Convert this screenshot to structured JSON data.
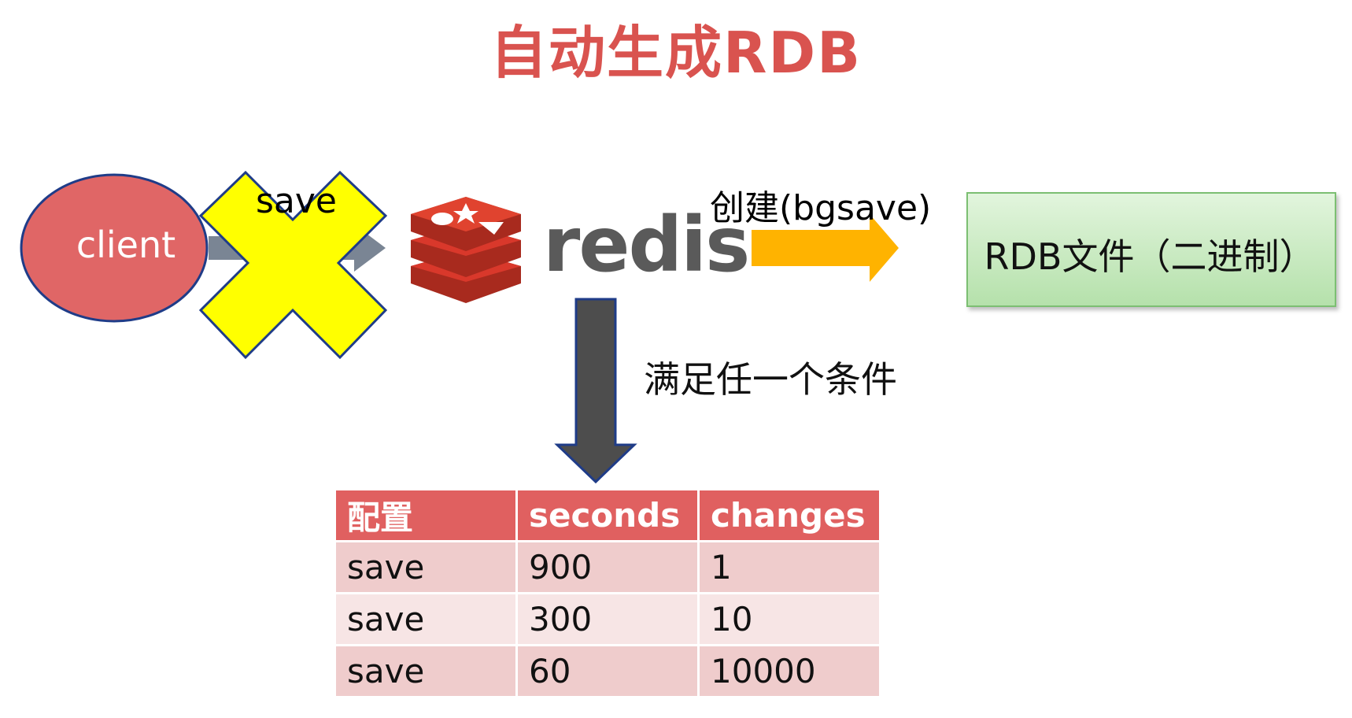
{
  "title": "自动生成RDB",
  "client": {
    "label": "client"
  },
  "save_arrow": {
    "label": "save"
  },
  "redis": {
    "wordmark": "redis"
  },
  "bgsave_arrow": {
    "label": "创建(bgsave)"
  },
  "rdb_file": {
    "label": "RDB文件（二进制）"
  },
  "condition": {
    "label": "满足任一个条件"
  },
  "table": {
    "headers": [
      "配置",
      "seconds",
      "changes"
    ],
    "rows": [
      [
        "save",
        "900",
        "1"
      ],
      [
        "save",
        "300",
        "10"
      ],
      [
        "save",
        "60",
        "10000"
      ]
    ]
  },
  "colors": {
    "title": "#d9534f",
    "client_fill": "#e06666",
    "cross_fill": "#ffff00",
    "bgsave_arrow": "#ffb300",
    "down_arrow": "#4d4d4d",
    "rdb_box": "#c6ebbd",
    "table_header": "#e06060"
  }
}
